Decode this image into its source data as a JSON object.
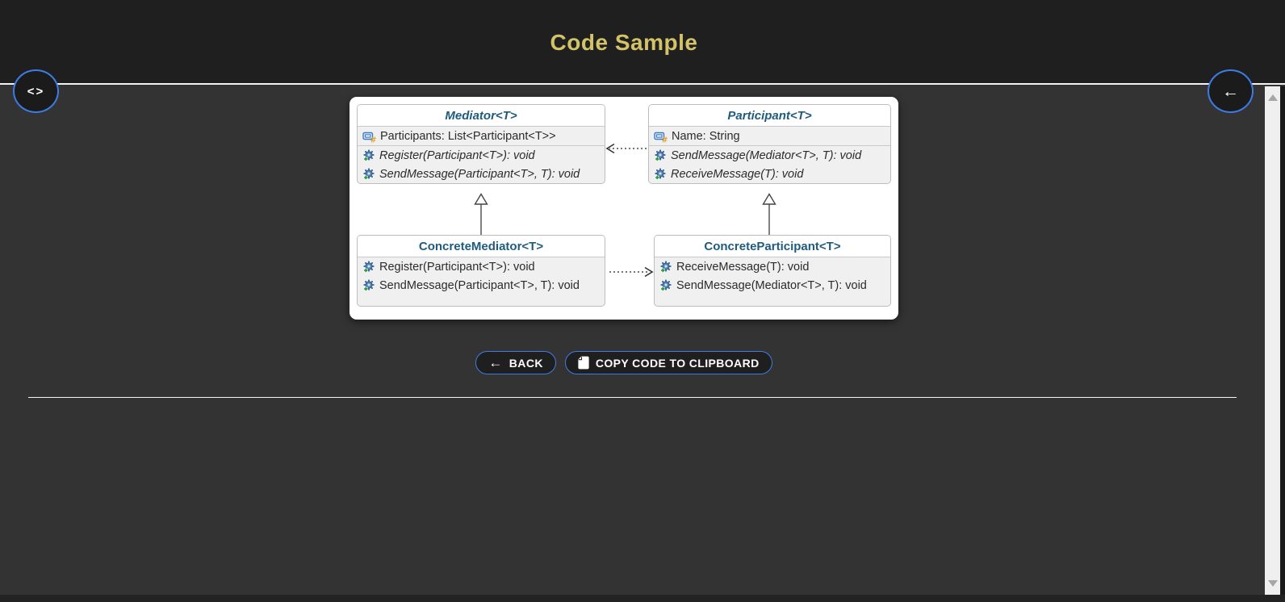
{
  "header": {
    "title": "Code Sample"
  },
  "icons": {
    "code": "<>",
    "back_arrow": "←"
  },
  "nav": {
    "code_toggle_tooltip": "code view toggle",
    "back_tooltip": "back"
  },
  "diagram": {
    "classes": [
      {
        "id": "mediator",
        "title": "Mediator<T>",
        "title_italic": true,
        "fields": [
          {
            "text": "Participants: List<Participant<T>>",
            "italic": false
          }
        ],
        "methods": [
          {
            "text": "Register(Participant<T>): void",
            "italic": true
          },
          {
            "text": "SendMessage(Participant<T>, T): void",
            "italic": true
          }
        ]
      },
      {
        "id": "participant",
        "title": "Participant<T>",
        "title_italic": true,
        "fields": [
          {
            "text": "Name: String",
            "italic": false
          }
        ],
        "methods": [
          {
            "text": "SendMessage(Mediator<T>, T): void",
            "italic": true
          },
          {
            "text": "ReceiveMessage(T): void",
            "italic": true
          }
        ]
      },
      {
        "id": "concrete-mediator",
        "title": "ConcreteMediator<T>",
        "title_italic": false,
        "fields": [],
        "methods": [
          {
            "text": "Register(Participant<T>): void",
            "italic": false
          },
          {
            "text": "SendMessage(Participant<T>, T): void",
            "italic": false
          }
        ]
      },
      {
        "id": "concrete-participant",
        "title": "ConcreteParticipant<T>",
        "title_italic": false,
        "fields": [],
        "methods": [
          {
            "text": "ReceiveMessage(T): void",
            "italic": false
          },
          {
            "text": "SendMessage(Mediator<T>, T): void",
            "italic": false
          }
        ]
      }
    ],
    "relations": [
      {
        "type": "dependency",
        "from": "participant",
        "to": "mediator"
      },
      {
        "type": "inheritance",
        "from": "concrete-mediator",
        "to": "mediator"
      },
      {
        "type": "inheritance",
        "from": "concrete-participant",
        "to": "participant"
      },
      {
        "type": "dependency",
        "from": "concrete-mediator",
        "to": "concrete-participant"
      }
    ]
  },
  "actions": {
    "back_label": "BACK",
    "copy_label": "COPY CODE TO CLIPBOARD"
  },
  "colors": {
    "header_bg": "#1f1f1f",
    "content_bg": "#333333",
    "title_gold": "#d2c369",
    "accent_blue": "#3d7ce6",
    "class_title_blue": "#1f5b7e",
    "panel_bg": "#ffffff"
  }
}
